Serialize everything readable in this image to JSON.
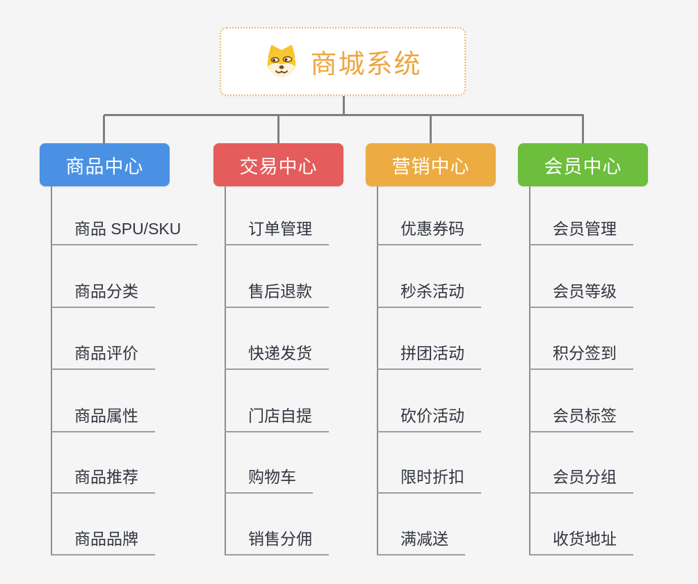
{
  "root": {
    "title": "商城系统",
    "icon": "shiba-dog-icon",
    "accent_color": "#F0A53E",
    "border_color": "#EFB964"
  },
  "branches": [
    {
      "label": "商品中心",
      "color": "#4A91E4",
      "items": [
        "商品 SPU/SKU",
        "商品分类",
        "商品评价",
        "商品属性",
        "商品推荐",
        "商品品牌"
      ]
    },
    {
      "label": "交易中心",
      "color": "#E55C5C",
      "items": [
        "订单管理",
        "售后退款",
        "快递发货",
        "门店自提",
        "购物车",
        "销售分佣"
      ]
    },
    {
      "label": "营销中心",
      "color": "#ECAC42",
      "items": [
        "优惠券码",
        "秒杀活动",
        "拼团活动",
        "砍价活动",
        "限时折扣",
        "满减送"
      ]
    },
    {
      "label": "会员中心",
      "color": "#6CBE3C",
      "items": [
        "会员管理",
        "会员等级",
        "积分签到",
        "会员标签",
        "会员分组",
        "收货地址"
      ]
    }
  ],
  "connectors": {
    "line_color": "#7F7F7F",
    "spine_color": "#8C8C8C",
    "underline_color": "#9C9C9C"
  },
  "background_color": "#F5F5F6"
}
